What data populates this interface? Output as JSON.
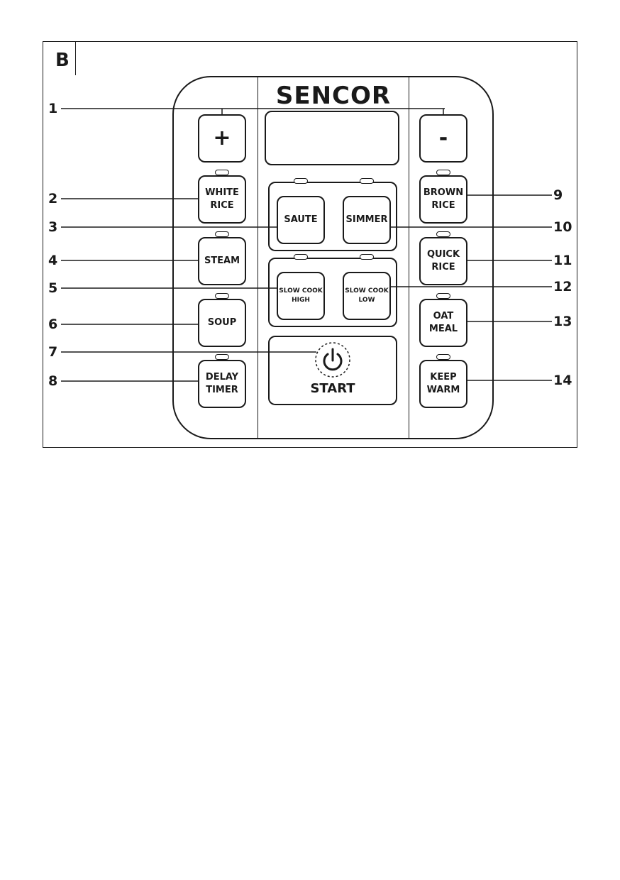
{
  "figure_label": "B",
  "brand": "SENCOR",
  "buttons": {
    "plus": "+",
    "minus": "-",
    "white_rice": "WHITE\nRICE",
    "steam": "STEAM",
    "soup": "SOUP",
    "delay_timer": "DELAY\nTIMER",
    "saute": "SAUTE",
    "simmer": "SIMMER",
    "slow_cook_high": "SLOW COOK\nHIGH",
    "slow_cook_low": "SLOW COOK\nLOW",
    "start": "START",
    "brown_rice": "BROWN\nRICE",
    "quick_rice": "QUICK\nRICE",
    "oat_meal": "OAT\nMEAL",
    "keep_warm": "KEEP\nWARM"
  },
  "callouts": [
    "1",
    "2",
    "3",
    "4",
    "5",
    "6",
    "7",
    "8",
    "9",
    "10",
    "11",
    "12",
    "13",
    "14"
  ],
  "colors": {
    "line": "#1a1a1a",
    "background": "#ffffff"
  }
}
